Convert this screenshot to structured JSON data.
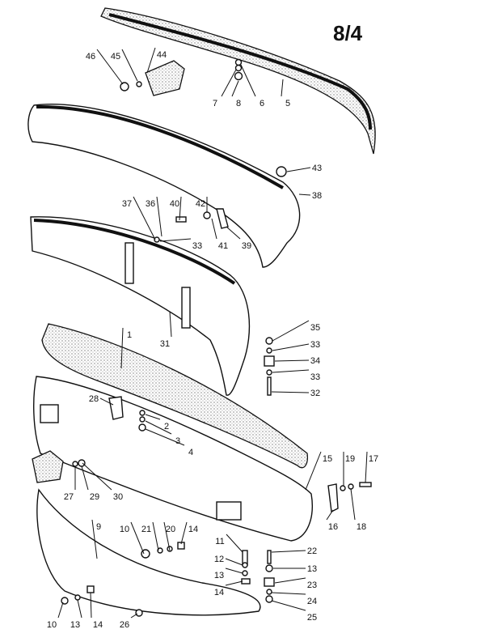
{
  "page_number": "8/4",
  "labels": [
    "46",
    "45",
    "44",
    "7",
    "8",
    "6",
    "5",
    "43",
    "38",
    "37",
    "36",
    "40",
    "42",
    "33",
    "41",
    "39",
    "1",
    "31",
    "35",
    "33",
    "34",
    "33",
    "32",
    "28",
    "2",
    "3",
    "4",
    "15",
    "19",
    "17",
    "27",
    "29",
    "30",
    "16",
    "18",
    "9",
    "10",
    "21",
    "20",
    "14",
    "11",
    "22",
    "12",
    "13",
    "13",
    "14",
    "23",
    "24",
    "25",
    "10",
    "13",
    "14",
    "26"
  ]
}
